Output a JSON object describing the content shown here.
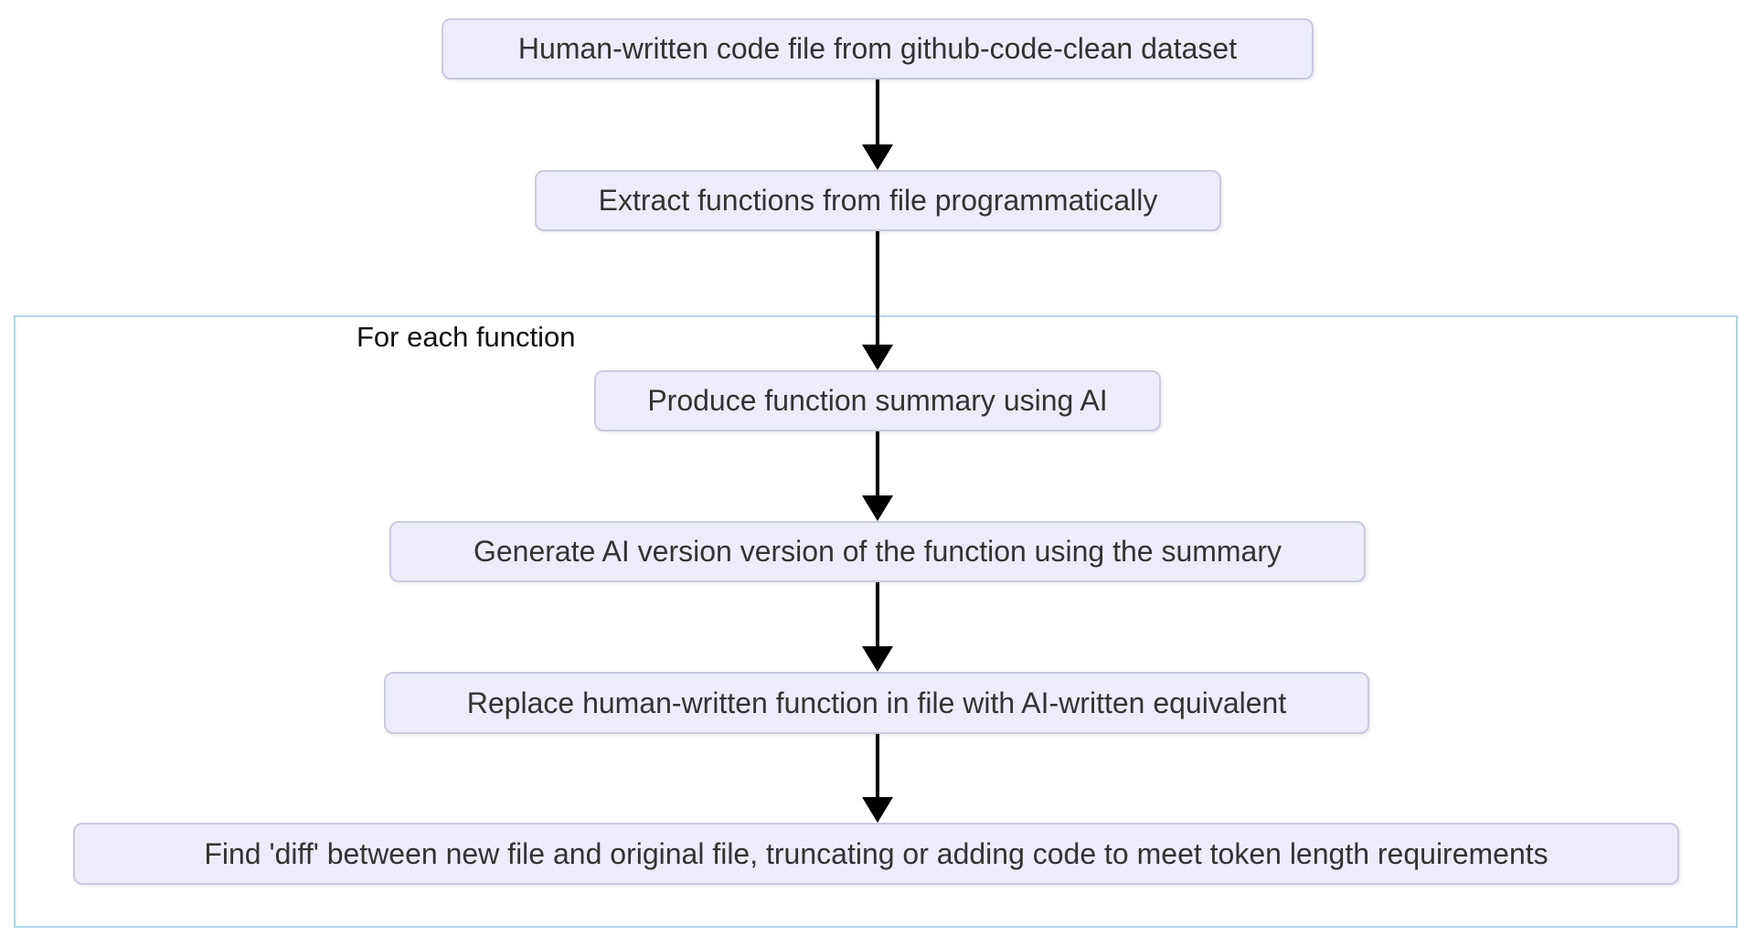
{
  "diagram": {
    "type": "flowchart",
    "direction": "top-down",
    "subgraph_label": "For each function",
    "nodes": [
      {
        "label": "Human-written code file from github-code-clean dataset"
      },
      {
        "label": "Extract functions from file programmatically"
      },
      {
        "label": "Produce function summary using AI"
      },
      {
        "label": "Generate AI version version of the function using the summary"
      },
      {
        "label": "Replace human-written function in file with AI-written equivalent"
      },
      {
        "label": "Find 'diff' between new file and original file, truncating or adding code to meet token length requirements"
      }
    ],
    "edges": [
      {
        "from": 0,
        "to": 1
      },
      {
        "from": 1,
        "to": 2
      },
      {
        "from": 2,
        "to": 3
      },
      {
        "from": 3,
        "to": 4
      },
      {
        "from": 4,
        "to": 5
      }
    ],
    "colors": {
      "background": "#ffffff",
      "node_fill": "#ececfa",
      "node_border": "#c9c9e0",
      "node_text": "#333333",
      "subgraph_border": "#aed6ea",
      "subgraph_fill": "#ffffff",
      "arrow": "#000000",
      "label_text": "#111111"
    }
  }
}
